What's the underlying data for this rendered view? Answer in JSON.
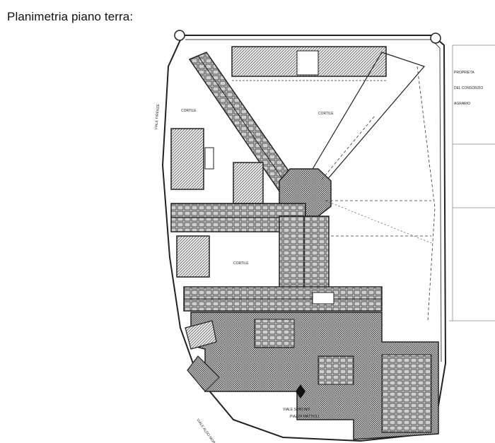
{
  "page": {
    "title": "Planimetria piano terra:"
  },
  "plan": {
    "labels": {
      "cortile_1": "CORTILE",
      "cortile_2": "CORTILE",
      "cortile_3": "CORTILE",
      "bottom_note_1": "VIALE SORTINO",
      "bottom_note_2": "PIAZZA MATTIOLI",
      "right_note_1": "PROPRIETA",
      "right_note_2": "DEL CONSORZIO",
      "right_note_3": "AGRARIO",
      "left_street": "VIALE FIRENZE",
      "street_bottom": "VIALE ALDO MORO"
    }
  }
}
